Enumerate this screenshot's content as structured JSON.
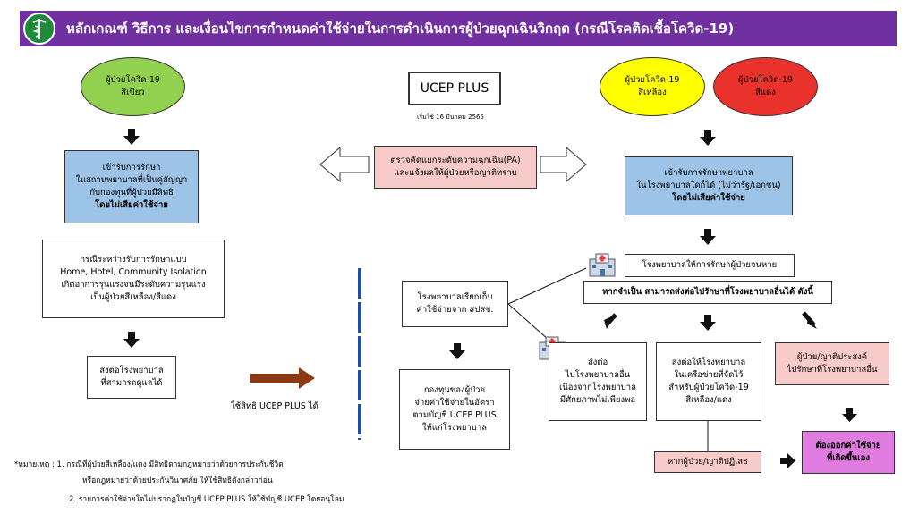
{
  "header": {
    "title": "หลักเกณฑ์ วิธีการ และเงื่อนไขการกำหนดค่าใช้จ่ายในการดำเนินการผู้ป่วยฉุกเฉินวิกฤต (กรณีโรคติดเชื้อโควิด-19)",
    "logo_icon": "caduceus-icon",
    "color": "#7030A0"
  },
  "center": {
    "ucep_title": "UCEP PLUS",
    "start_date": "เริ่มใช้ 16 มีนาคม 2565",
    "triage": [
      "ตรวจคัดแยกระดับความฉุกเฉิน(PA)",
      "และแจ้งผลให้ผู้ป่วยหรือญาติทราบ"
    ],
    "use_right": "ใช้สิทธิ UCEP PLUS ได้",
    "billing": [
      "โรงพยาบาลเรียกเก็บ",
      "ค่าใช้จ่ายจาก สปสช."
    ],
    "fund": [
      "กองทุนของผู้ป่วย",
      "จ่ายค่าใช้จ่ายในอัตรา",
      "ตามบัญชี UCEP PLUS",
      "ให้แก่โรงพยาบาล"
    ]
  },
  "left": {
    "green_patient": [
      "ผู้ป่วยโควิด-19",
      "สีเขียว"
    ],
    "treat_contract": [
      "เข้ารับการรักษา",
      "ในสถานพยาบาลที่เป็นคู่สัญญา",
      "กับกองทุนที่ผู้ป่วยมีสิทธิ",
      "โดยไม่เสียค่าใช้จ่าย"
    ],
    "isolation": [
      "กรณีระหว่างรับการรักษาแบบ",
      "Home, Hotel, Community Isolation",
      "เกิดอาการรุนแรงจนมีระดับความรุนแรง",
      "เป็นผู้ป่วยสีเหลือง/สีแดง"
    ],
    "refer": [
      "ส่งต่อโรงพยาบาล",
      "ที่สามารถดูแลได้"
    ]
  },
  "right": {
    "yellow_patient": [
      "ผู้ป่วยโควิด-19",
      "สีเหลือง"
    ],
    "red_patient": [
      "ผู้ป่วยโควิด-19",
      "สีแดง"
    ],
    "treat_any": [
      "เข้ารับการรักษาพยาบาล",
      "ในโรงพยาบาลใดก็ได้ (ไม่ว่ารัฐ/เอกชน)",
      "โดยไม่เสียค่าใช้จ่าย"
    ],
    "until_cured": "โรงพยาบาลให้การรักษาผู้ป่วยจนหาย",
    "if_needed": "หากจำเป็น สามารถส่งต่อไปรักษาที่โรงพยาบาลอื่นได้ ดังนี้",
    "opt1": [
      "ส่งต่อ",
      "ไปโรงพยาบาลอื่น",
      "เนื่องจากโรงพยาบาล",
      "มีศักยภาพไม่เพียงพอ"
    ],
    "opt2": [
      "ส่งต่อให้โรงพยาบาล",
      "ในเครือข่ายที่จัดไว้",
      "สำหรับผู้ป่วยโควิด-19",
      "สีเหลือง/แดง"
    ],
    "opt3": [
      "ผู้ป่วย/ญาติประสงค์",
      "ไปรักษาที่โรงพยาบาลอื่น"
    ],
    "refuse": "หากผู้ป่วย/ญาติปฏิเสธ",
    "self_pay": [
      "ต้องออกค่าใช้จ่าย",
      "ที่เกิดขึ้นเอง"
    ],
    "hospital_icon": "hospital-icon"
  },
  "notes": {
    "line1": "*หมายเหตุ : 1. กรณีที่ผู้ป่วยสีเหลือง/แดง มีสิทธิตามกฎหมายว่าด้วยการประกันชีวิต",
    "line2": "หรือกฎหมายว่าด้วยประกันวินาศภัย ให้ใช้สิทธิดังกล่าวก่อน",
    "line3": "2. รายการค่าใช้จ่ายใดไม่ปรากฏในบัญชี UCEP PLUS ให้ใช้บัญชี UCEP โดยอนุโลม"
  },
  "colors": {
    "blue_box": "#9DC3E6",
    "pink_box": "#F8CBCB",
    "magenta_box": "#E07BE0",
    "green": "#92D050",
    "yellow": "#FFFF00",
    "red": "#E8322B",
    "brown_arrow": "#8B3A14",
    "divider": "#1F4E9E"
  }
}
